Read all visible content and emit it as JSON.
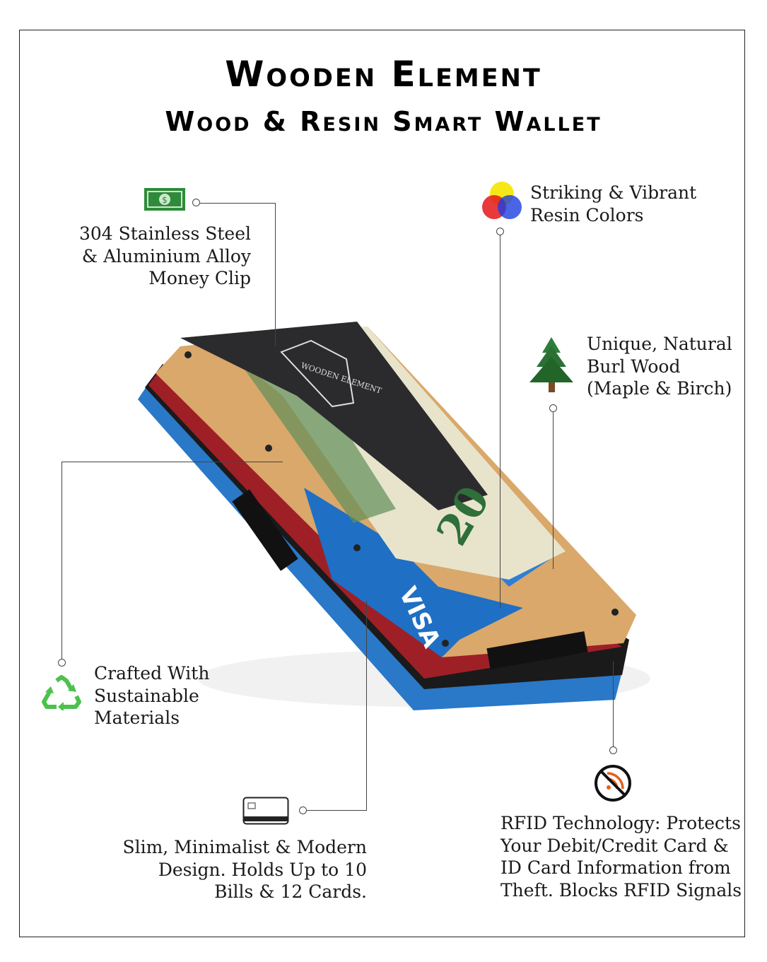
{
  "header": {
    "title": "Wooden Element",
    "subtitle": "Wood & Resin Smart Wallet"
  },
  "features": {
    "money_clip": {
      "icon": "banknote-icon",
      "lines": [
        "304 Stainless Steel",
        "& Aluminium Alloy",
        "Money Clip"
      ]
    },
    "resin": {
      "icon": "color-circles-icon",
      "lines": [
        "Striking & Vibrant",
        "Resin Colors"
      ]
    },
    "wood": {
      "icon": "pine-tree-icon",
      "lines": [
        "Unique, Natural",
        "Burl Wood",
        "(Maple & Birch)"
      ]
    },
    "sustainable": {
      "icon": "recycle-icon",
      "lines": [
        "Crafted With",
        "Sustainable",
        "Materials"
      ]
    },
    "slim": {
      "icon": "credit-card-icon",
      "lines": [
        "Slim, Minimalist & Modern",
        "Design. Holds Up to 10",
        "Bills & 12 Cards."
      ]
    },
    "rfid": {
      "icon": "no-rfid-icon",
      "lines": [
        "RFID Technology: Protects",
        "Your Debit/Credit Card &",
        "ID Card Information from",
        "Theft. Blocks RFID Signals"
      ]
    }
  },
  "product": {
    "clip_logo": "WOODEN ELEMENT",
    "card_brand": "VISA",
    "bill_value": "20"
  },
  "colors": {
    "wood": "#d9a86a",
    "resin": "#1f6fc4",
    "clip": "#2b2b2e",
    "bill": "#e8e4cc",
    "accent_green": "#2e8b3a"
  }
}
